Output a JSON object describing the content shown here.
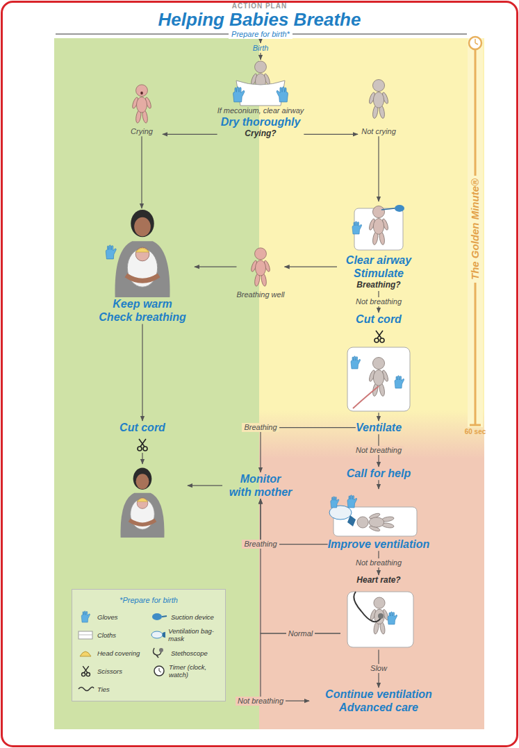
{
  "diagram": {
    "title": "Helping Babies Breathe",
    "nodes": [
      {
        "text": [
          "Prepare for birth*"
        ]
      },
      {
        "text": [
          "Birth"
        ]
      },
      {
        "text": [
          "If meconium, clear airway",
          "Dry thoroughly",
          "Crying?"
        ]
      },
      {
        "text": [
          "Crying"
        ]
      },
      {
        "text": [
          "Not crying"
        ]
      },
      {
        "text": [
          "Keep warm Check breathing"
        ]
      },
      {
        "text": [
          "Breathing well"
        ]
      },
      {
        "text": [
          "Clear airway Stimulate",
          "Breathing?"
        ]
      },
      {
        "text": [
          "Cut cord"
        ]
      },
      {
        "text": [
          "Ventilate"
        ]
      },
      {
        "text": [
          "Cut cord"
        ]
      },
      {
        "text": [
          "Monitor with mother"
        ]
      },
      {
        "text": [
          "Call for help"
        ]
      },
      {
        "text": [
          "Improve ventilation"
        ]
      },
      {
        "text": [
          "Heart rate?"
        ]
      },
      {
        "text": [
          "Continue ventilation Advanced care"
        ]
      }
    ],
    "edges": [
      {
        "from": 0,
        "to": 1,
        "arrow": "to"
      },
      {
        "from": 1,
        "to": 2,
        "arrow": "to"
      },
      {
        "from": 2,
        "to": 3,
        "arrow": "to"
      },
      {
        "from": 2,
        "to": 4,
        "arrow": "to"
      },
      {
        "from": 3,
        "to": 5,
        "arrow": "to"
      },
      {
        "from": 4,
        "to": 7,
        "arrow": "to"
      },
      {
        "from": 7,
        "to": 6,
        "arrow": "to"
      },
      {
        "from": 6,
        "to": 5,
        "arrow": "to"
      },
      {
        "from": 7,
        "to": 8,
        "label": "Not breathing",
        "arrow": "to"
      },
      {
        "from": 8,
        "to": 9,
        "arrow": "to"
      },
      {
        "from": 9,
        "to": 11,
        "label": "Breathing",
        "arrow": "to"
      },
      {
        "from": 9,
        "to": 12,
        "label": "Not breathing",
        "arrow": "to"
      },
      {
        "from": 12,
        "to": 13,
        "arrow": "to"
      },
      {
        "from": 13,
        "to": 11,
        "label": "Breathing",
        "arrow": "to"
      },
      {
        "from": 13,
        "to": 14,
        "label": "Not breathing",
        "arrow": "to"
      },
      {
        "from": 14,
        "to": 11,
        "label": "Normal",
        "arrow": "to"
      },
      {
        "from": 14,
        "to": 15,
        "label": "Slow",
        "arrow": "to"
      },
      {
        "from": 14,
        "to": 15,
        "label": "Not breathing",
        "arrow": "to"
      },
      {
        "from": 5,
        "to": 10,
        "arrow": "to"
      },
      {
        "from": 11,
        "to": 10,
        "arrow": "to"
      }
    ],
    "labels": [
      "ACTION PLAN",
      "The Golden Minute®",
      "60 sec",
      "*Prepare for birth"
    ],
    "legend": [
      {
        "text": "Gloves"
      },
      {
        "text": "Suction device"
      },
      {
        "text": "Cloths"
      },
      {
        "text": "Ventilation bag-mask"
      },
      {
        "text": "Head covering"
      },
      {
        "text": "Stethoscope"
      },
      {
        "text": "Scissors"
      },
      {
        "text": "Timer (clock, watch)"
      },
      {
        "text": "Ties"
      }
    ]
  }
}
